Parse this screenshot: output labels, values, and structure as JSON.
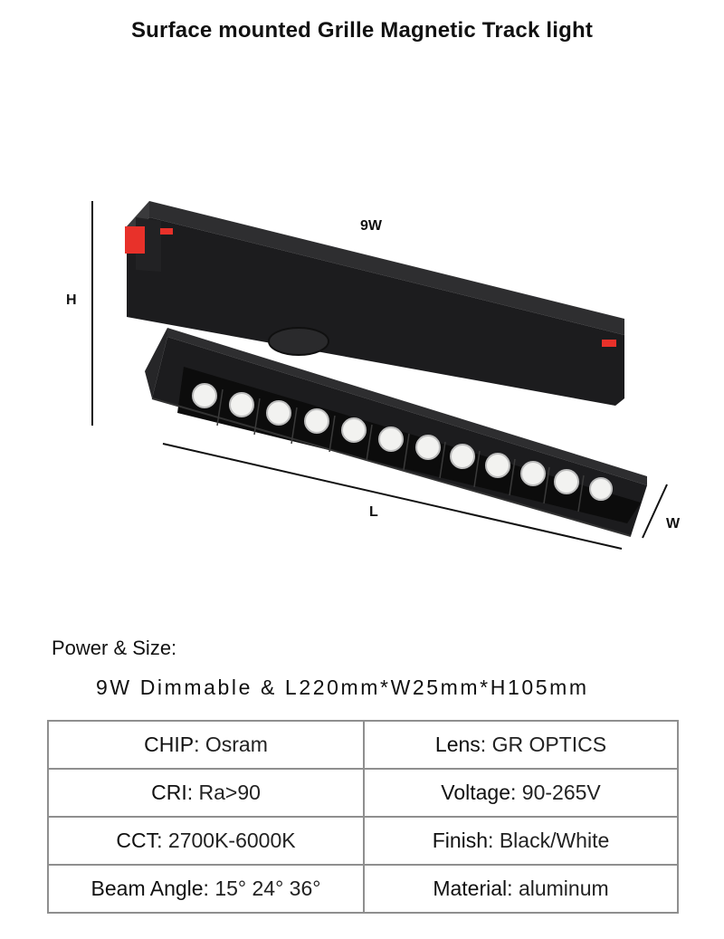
{
  "title": "Surface mounted Grille Magnetic Track light",
  "product": {
    "image_label": "9W",
    "dimension_labels": {
      "height": "H",
      "length": "L",
      "width": "W"
    },
    "colors": {
      "body": "#1c1c1e",
      "accent": "#e8312a",
      "led": "#f2f2f0"
    },
    "led_count": 12
  },
  "power_size": {
    "label": "Power & Size:",
    "value": "9W Dimmable & L220mm*W25mm*H105mm"
  },
  "specs": {
    "rows": [
      [
        {
          "key": "CHIP:",
          "value": "Osram"
        },
        {
          "key": "Lens:",
          "value": "GR OPTICS"
        }
      ],
      [
        {
          "key": "CRI:",
          "value": "Ra>90"
        },
        {
          "key": "Voltage:",
          "value": "90-265V"
        }
      ],
      [
        {
          "key": "CCT:",
          "value": "2700K-6000K"
        },
        {
          "key": "Finish:",
          "value": "Black/White"
        }
      ],
      [
        {
          "key": "Beam Angle:",
          "value": "15° 24° 36°"
        },
        {
          "key": "Material:",
          "value": "aluminum"
        }
      ]
    ]
  }
}
